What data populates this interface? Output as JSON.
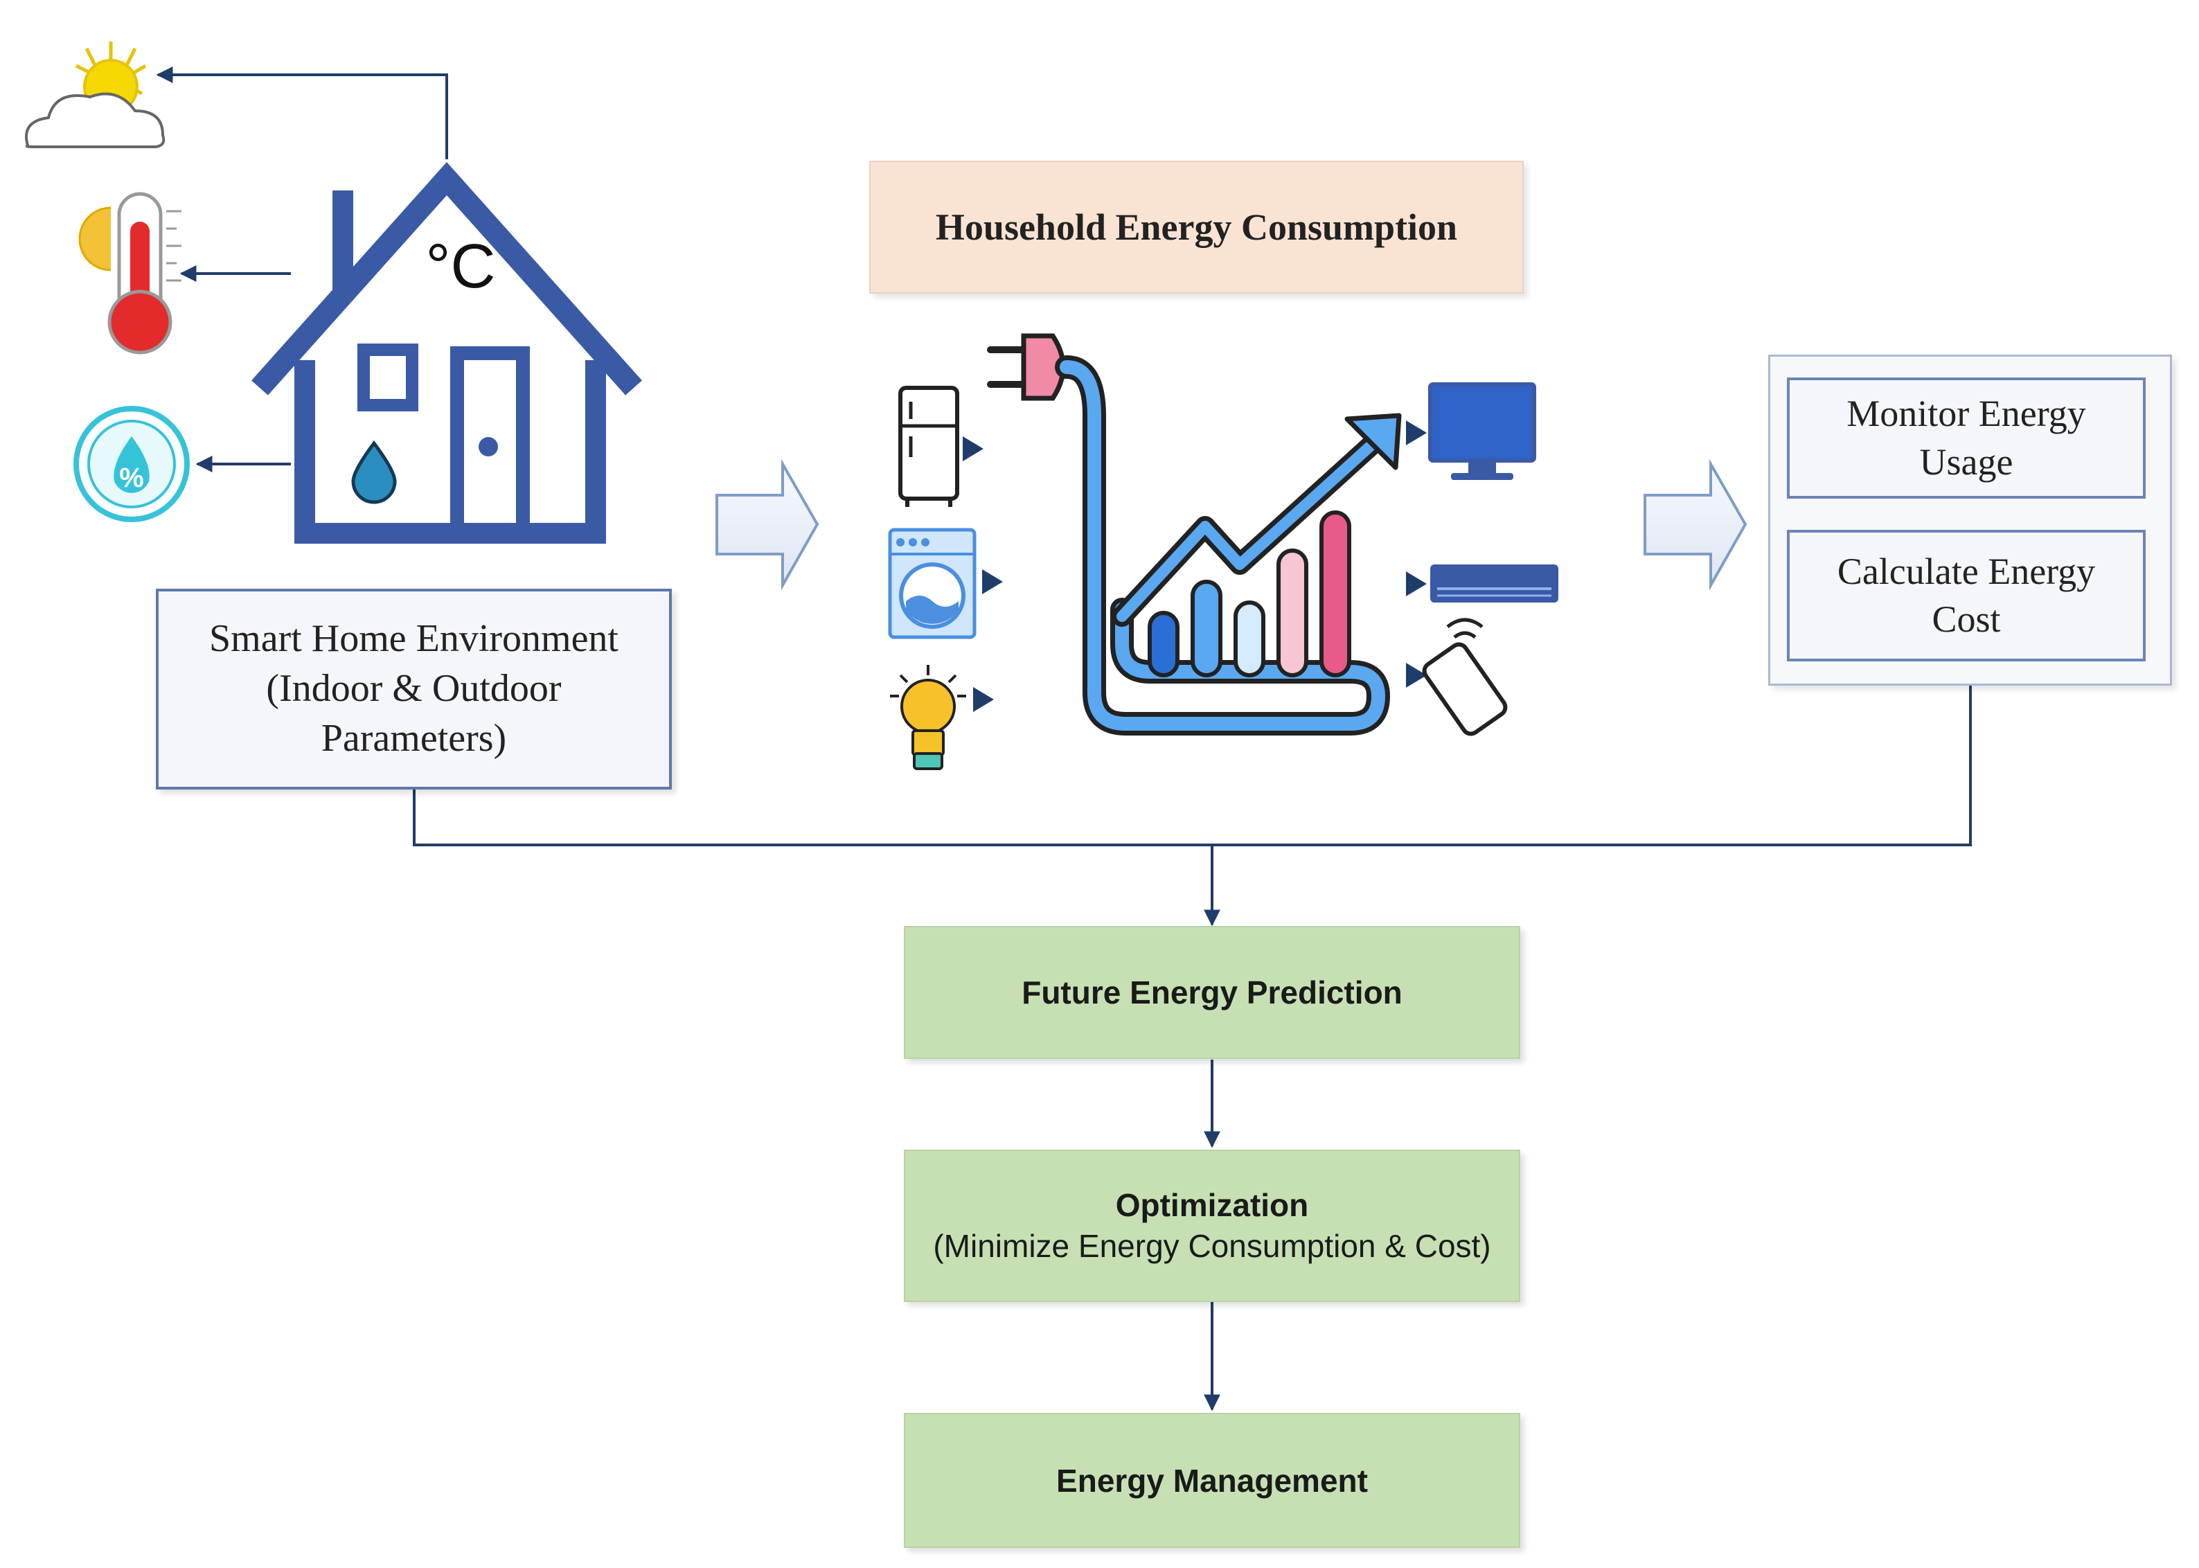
{
  "smart_home": {
    "line1": "Smart Home Environment",
    "line2": "(Indoor & Outdoor",
    "line3": "Parameters)",
    "celsius": "°C",
    "percent": "%"
  },
  "household": {
    "title": "Household Energy Consumption"
  },
  "monitor": {
    "usage_line1": "Monitor Energy",
    "usage_line2": "Usage",
    "cost_line1": "Calculate Energy",
    "cost_line2": "Cost"
  },
  "flow": {
    "prediction": "Future Energy Prediction",
    "optimization_title": "Optimization",
    "optimization_sub": "(Minimize Energy Consumption & Cost)",
    "management": "Energy Management"
  },
  "colors": {
    "house_blue": "#3a5aa6",
    "connector": "#1f3d6b",
    "green_box": "#c6e0b4",
    "peach_box": "#fbe3d4",
    "chart_pink": "#e75a8a",
    "chart_blue": "#2a6fd6"
  },
  "icons": [
    "sun-cloud-icon",
    "thermometer-icon",
    "humidity-icon",
    "house-icon",
    "refrigerator-icon",
    "washing-machine-icon",
    "light-bulb-icon",
    "plug-chart-icon",
    "monitor-icon",
    "air-conditioner-icon",
    "smartphone-icon",
    "block-arrow-icon"
  ]
}
